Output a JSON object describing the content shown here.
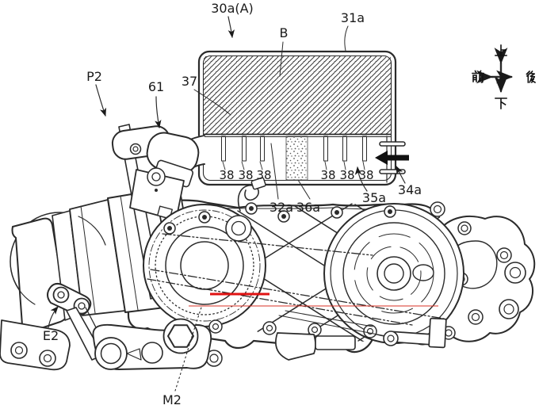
{
  "figure": {
    "kind": "patent-engine-diagram",
    "description": "Scooter engine unit with air cleaner box, side view"
  },
  "compass": {
    "up": "上",
    "down": "下",
    "front": "前",
    "rear": "後"
  },
  "labels": {
    "airbox_assembly": "30a(A)",
    "airbox_interior": "B",
    "airbox_case": "31a",
    "engine_unit": "P2",
    "throttle_body": "61",
    "outlet_duct": "37",
    "fin_labels": [
      "38",
      "38",
      "38",
      "38",
      "38",
      "38"
    ],
    "inlet_passage": "32a",
    "filter_element": "36a",
    "inlet_chamber": "35a",
    "inlet_opening": "34a",
    "engine_mount": "E2",
    "motor_shaft": "M2"
  },
  "colors": {
    "line": "#2b2b2b",
    "red_primary": "#e01212",
    "red_secondary": "#d93025",
    "arrow_fill": "#111111",
    "background": "#ffffff"
  }
}
